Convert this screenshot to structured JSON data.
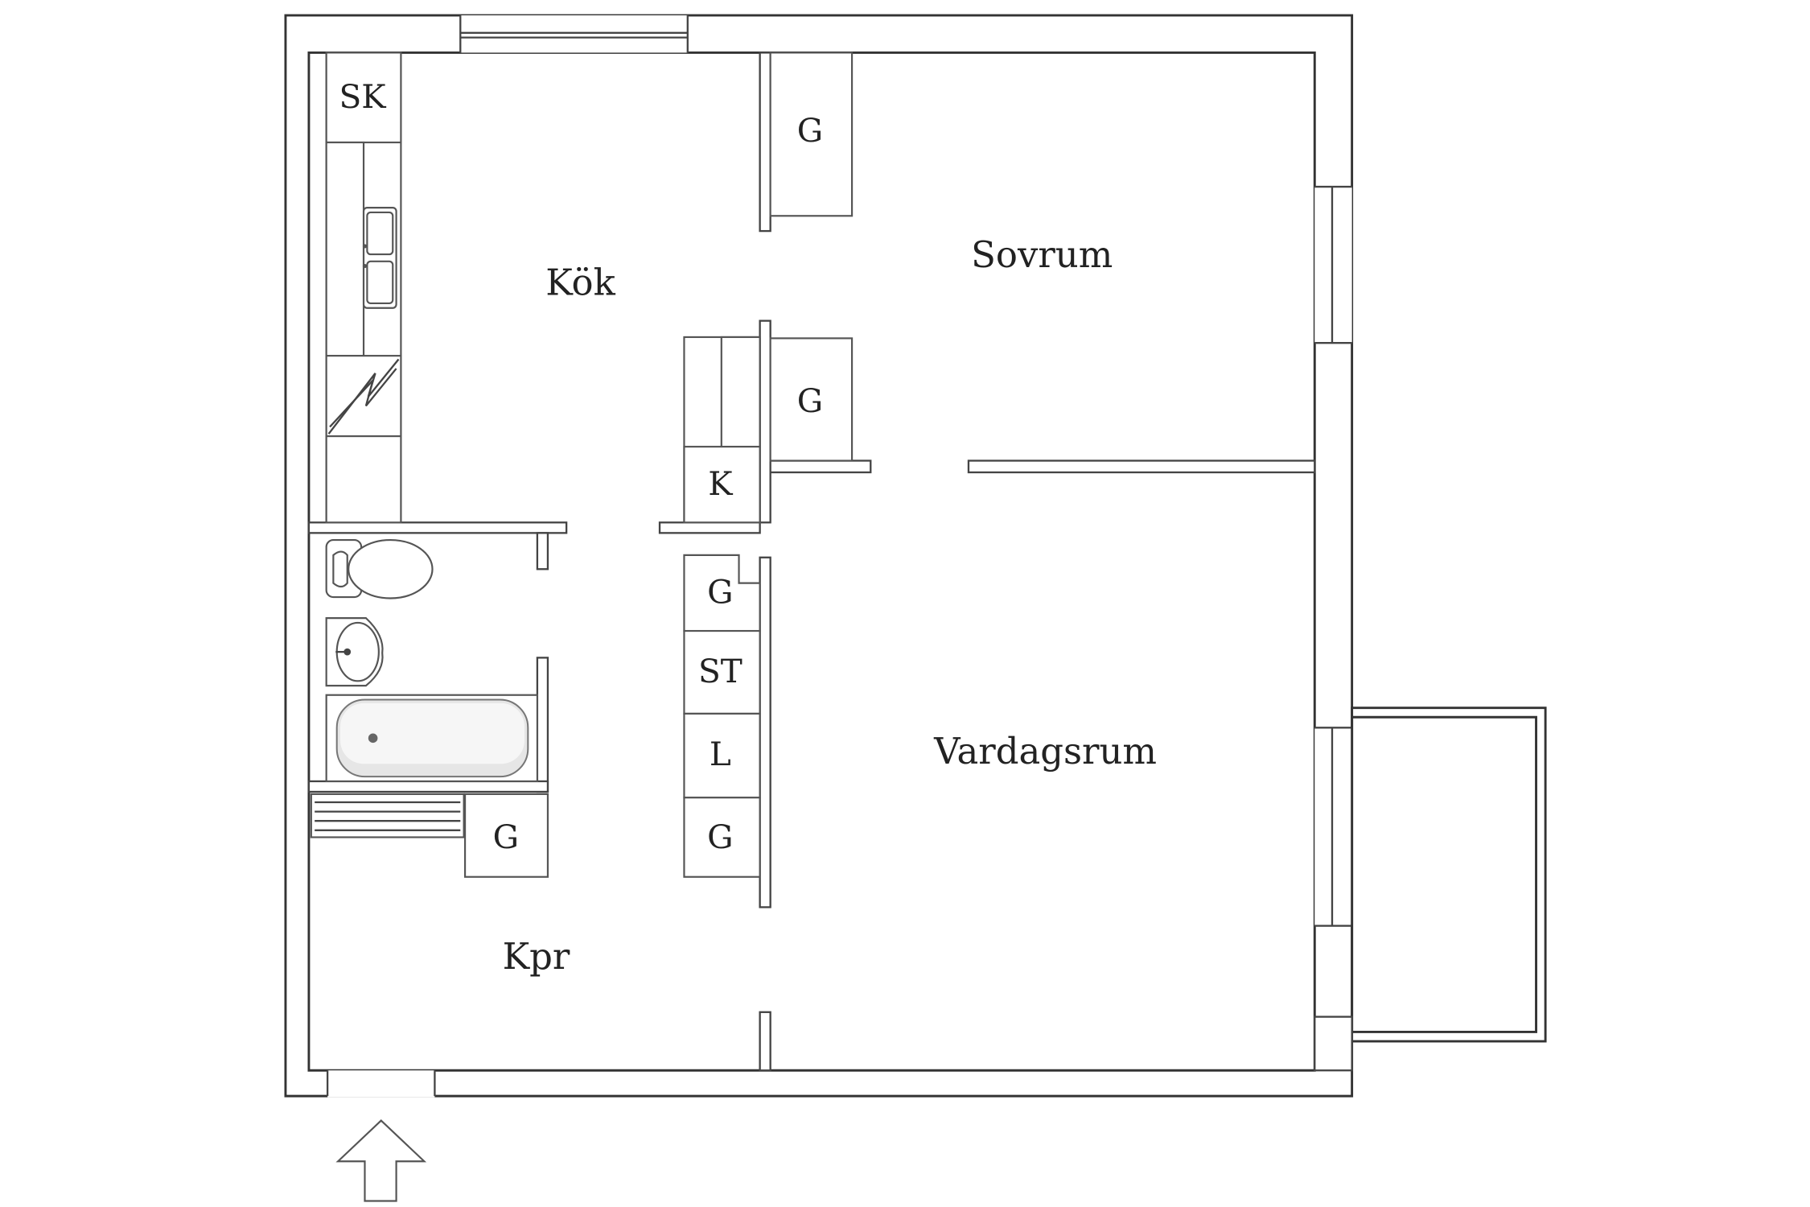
{
  "rooms": {
    "kitchen": "Kök",
    "bedroom": "Sovrum",
    "living_room": "Vardagsrum",
    "corridor": "Kpr"
  },
  "closets": {
    "sk": "SK",
    "g_bedroom_top": "G",
    "g_bedroom_mid": "G",
    "k": "K",
    "g_hall_1": "G",
    "st": "ST",
    "l": "L",
    "g_hall_2": "G",
    "g_bath": "G"
  },
  "icons": {
    "entrance": "entrance-arrow-icon",
    "sink": "sink-icon",
    "stove": "stove-icon",
    "toilet": "toilet-icon",
    "washbasin": "washbasin-icon",
    "bathtub": "bathtub-icon"
  }
}
